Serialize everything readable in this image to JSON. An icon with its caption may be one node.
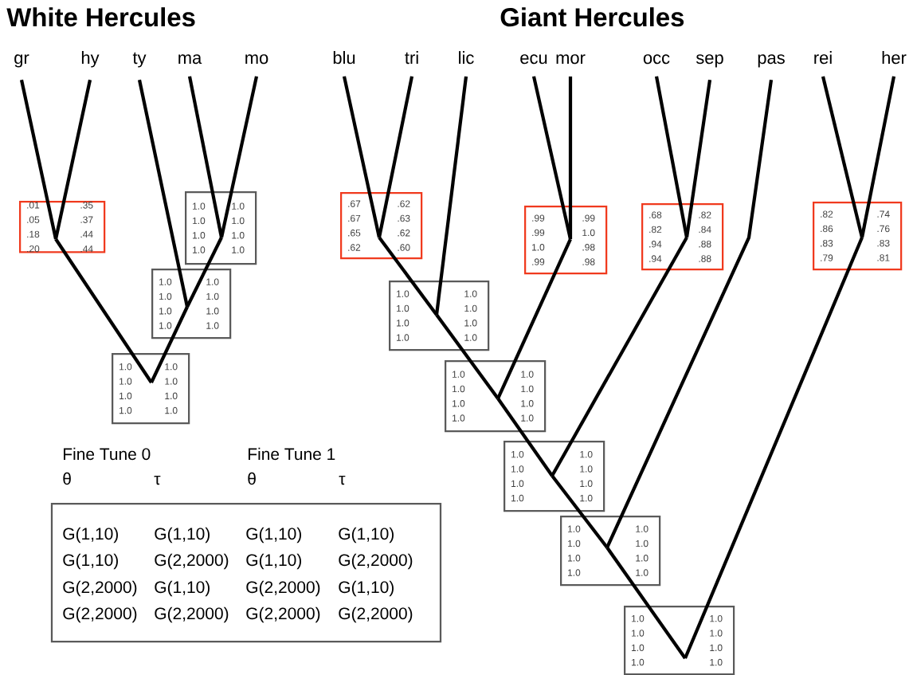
{
  "diagram": {
    "nodes": [
      {
        "text": [
          "gr"
        ]
      },
      {
        "text": [
          "hy"
        ]
      },
      {
        "text": [
          "ty"
        ]
      },
      {
        "text": [
          "ma"
        ]
      },
      {
        "text": [
          "mo"
        ]
      },
      {
        "text": [
          "blu"
        ]
      },
      {
        "text": [
          "tri"
        ]
      },
      {
        "text": [
          "lic"
        ]
      },
      {
        "text": [
          "ecu"
        ]
      },
      {
        "text": [
          "mor"
        ]
      },
      {
        "text": [
          "occ"
        ]
      },
      {
        "text": [
          "sep"
        ]
      },
      {
        "text": [
          "pas"
        ]
      },
      {
        "text": [
          "rei"
        ]
      },
      {
        "text": [
          "her"
        ]
      },
      {
        "text": [
          ".01 .05 .18 .20",
          ".35 .37 .44 .44"
        ]
      },
      {
        "text": [
          "1.0 1.0 1.0 1.0",
          "1.0 1.0 1.0 1.0"
        ]
      },
      {
        "text": [
          "1.0 1.0 1.0 1.0",
          "1.0 1.0 1.0 1.0"
        ]
      },
      {
        "text": [
          "1.0 1.0 1.0 1.0",
          "1.0 1.0 1.0 1.0"
        ]
      },
      {
        "text": [
          ".67 .67 .65 .62",
          ".62 .63 .62 .60"
        ]
      },
      {
        "text": [
          "1.0 1.0 1.0 1.0",
          "1.0 1.0 1.0 1.0"
        ]
      },
      {
        "text": [
          ".99 .99 1.0 .99",
          ".99 1.0 .98 .98"
        ]
      },
      {
        "text": [
          "1.0 1.0 1.0 1.0",
          "1.0 1.0 1.0 1.0"
        ]
      },
      {
        "text": [
          ".68 .82 .94 .94",
          ".82 .84 .88 .88"
        ]
      },
      {
        "text": [
          "1.0 1.0 1.0 1.0",
          "1.0 1.0 1.0 1.0"
        ]
      },
      {
        "text": [
          "1.0 1.0 1.0 1.0",
          "1.0 1.0 1.0 1.0"
        ]
      },
      {
        "text": [
          ".82 .86 .83 .79",
          ".74 .76 .83 .81"
        ]
      },
      {
        "text": [
          "1.0 1.0 1.0 1.0",
          "1.0 1.0 1.0 1.0"
        ]
      }
    ],
    "edges": [
      {
        "from": 0,
        "to": 15,
        "arrow": "none"
      },
      {
        "from": 1,
        "to": 15,
        "arrow": "none"
      },
      {
        "from": 3,
        "to": 16,
        "arrow": "none"
      },
      {
        "from": 4,
        "to": 16,
        "arrow": "none"
      },
      {
        "from": 2,
        "to": 17,
        "arrow": "none"
      },
      {
        "from": 16,
        "to": 17,
        "arrow": "none"
      },
      {
        "from": 15,
        "to": 18,
        "arrow": "none"
      },
      {
        "from": 17,
        "to": 18,
        "arrow": "none"
      },
      {
        "from": 5,
        "to": 19,
        "arrow": "none"
      },
      {
        "from": 6,
        "to": 19,
        "arrow": "none"
      },
      {
        "from": 19,
        "to": 20,
        "arrow": "none"
      },
      {
        "from": 7,
        "to": 20,
        "arrow": "none"
      },
      {
        "from": 8,
        "to": 21,
        "arrow": "none"
      },
      {
        "from": 9,
        "to": 21,
        "arrow": "none"
      },
      {
        "from": 20,
        "to": 22,
        "arrow": "none"
      },
      {
        "from": 21,
        "to": 22,
        "arrow": "none"
      },
      {
        "from": 10,
        "to": 23,
        "arrow": "none"
      },
      {
        "from": 11,
        "to": 23,
        "arrow": "none"
      },
      {
        "from": 22,
        "to": 24,
        "arrow": "none"
      },
      {
        "from": 23,
        "to": 24,
        "arrow": "none"
      },
      {
        "from": 24,
        "to": 25,
        "arrow": "none"
      },
      {
        "from": 12,
        "to": 25,
        "arrow": "none"
      },
      {
        "from": 13,
        "to": 26,
        "arrow": "none"
      },
      {
        "from": 14,
        "to": 26,
        "arrow": "none"
      },
      {
        "from": 25,
        "to": 27,
        "arrow": "none"
      },
      {
        "from": 26,
        "to": 27,
        "arrow": "none"
      }
    ],
    "labels": [
      "White Hercules",
      "Giant Hercules",
      "Fine Tune 0",
      "Fine Tune 1",
      "θ",
      "τ",
      "θ",
      "τ",
      "G(1,10)",
      "G(1,10)",
      "G(1,10)",
      "G(1,10)",
      "G(1,10)",
      "G(2,2000)",
      "G(1,10)",
      "G(2,2000)",
      "G(2,2000)",
      "G(1,10)",
      "G(2,2000)",
      "G(1,10)",
      "G(2,2000)",
      "G(2,2000)",
      "G(2,2000)",
      "G(2,2000)"
    ]
  }
}
